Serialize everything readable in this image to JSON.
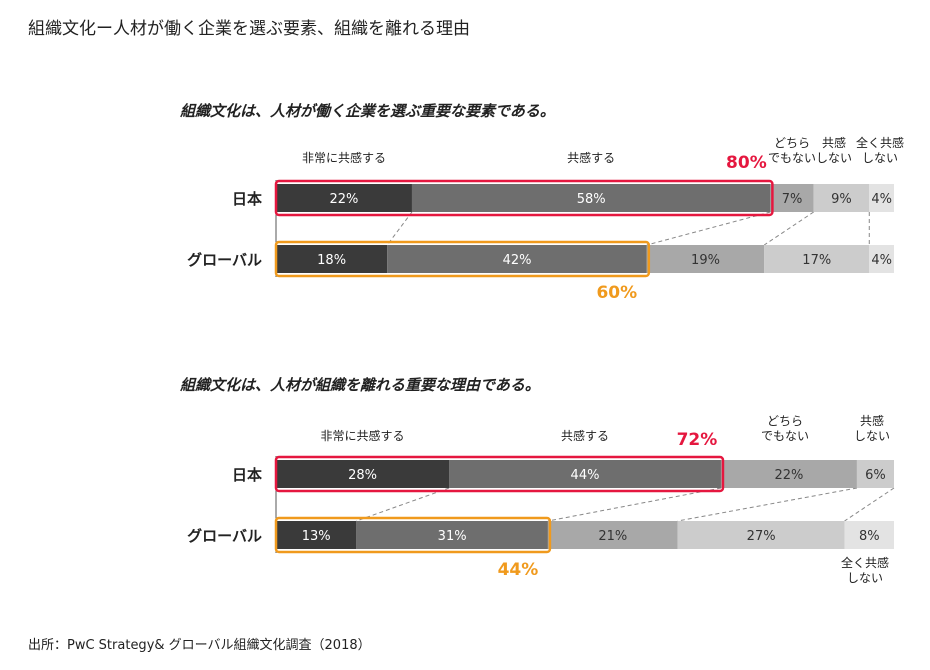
{
  "page_title": "組織文化ー人材が働く企業を選ぶ要素、組織を離れる理由",
  "source": "出所：PwC Strategy& グローバル組織文化調査（2018）",
  "colors": {
    "very_agree": "#3a3a3a",
    "agree": "#6e6e6e",
    "neutral": "#a8a8a8",
    "disagree": "#cccccc",
    "strongly_disagree": "#e3e3e3",
    "red": "#e5173f",
    "orange": "#f09a1d"
  },
  "chart_data": [
    {
      "type": "bar",
      "stacked": true,
      "orientation": "horizontal",
      "title": "組織文化は、人材が働く企業を選ぶ重要な要素である。",
      "categories": [
        "日本",
        "グローバル"
      ],
      "series": [
        {
          "name": "非常に共感する",
          "values": [
            22,
            18
          ]
        },
        {
          "name": "共感する",
          "values": [
            58,
            42
          ]
        },
        {
          "name": "どちらでもない",
          "values": [
            7,
            19
          ]
        },
        {
          "name": "共感しない",
          "values": [
            9,
            17
          ]
        },
        {
          "name": "全く共感しない",
          "values": [
            4,
            4
          ]
        }
      ],
      "value_labels": [
        [
          "22%",
          "58%",
          "7%",
          "9%",
          "4%"
        ],
        [
          "18%",
          "42%",
          "19%",
          "17%",
          "4%"
        ]
      ],
      "header_labels": [
        "非常に共感する",
        "共感する",
        "どちら\nでもない",
        "共感\nしない",
        "全く共感\nしない"
      ],
      "totals": [
        {
          "category": "日本",
          "label": "80%",
          "value": 80,
          "color": "red"
        },
        {
          "category": "グローバル",
          "label": "60%",
          "value": 60,
          "color": "orange"
        }
      ]
    },
    {
      "type": "bar",
      "stacked": true,
      "orientation": "horizontal",
      "title": "組織文化は、人材が組織を離れる重要な理由である。",
      "categories": [
        "日本",
        "グローバル"
      ],
      "series": [
        {
          "name": "非常に共感する",
          "values": [
            28,
            13
          ]
        },
        {
          "name": "共感する",
          "values": [
            44,
            31
          ]
        },
        {
          "name": "どちらでもない",
          "values": [
            22,
            21
          ]
        },
        {
          "name": "共感しない",
          "values": [
            6,
            27
          ]
        },
        {
          "name": "全く共感しない",
          "values": [
            0,
            8
          ]
        }
      ],
      "value_labels": [
        [
          "28%",
          "44%",
          "22%",
          "6%",
          ""
        ],
        [
          "13%",
          "31%",
          "21%",
          "27%",
          "8%"
        ]
      ],
      "header_labels": [
        "非常に共感する",
        "共感する",
        "どちら\nでもない",
        "共感\nしない"
      ],
      "footer_label": "全く共感\nしない",
      "totals": [
        {
          "category": "日本",
          "label": "72%",
          "value": 72,
          "color": "red"
        },
        {
          "category": "グローバル",
          "label": "44%",
          "value": 44,
          "color": "orange"
        }
      ]
    }
  ]
}
